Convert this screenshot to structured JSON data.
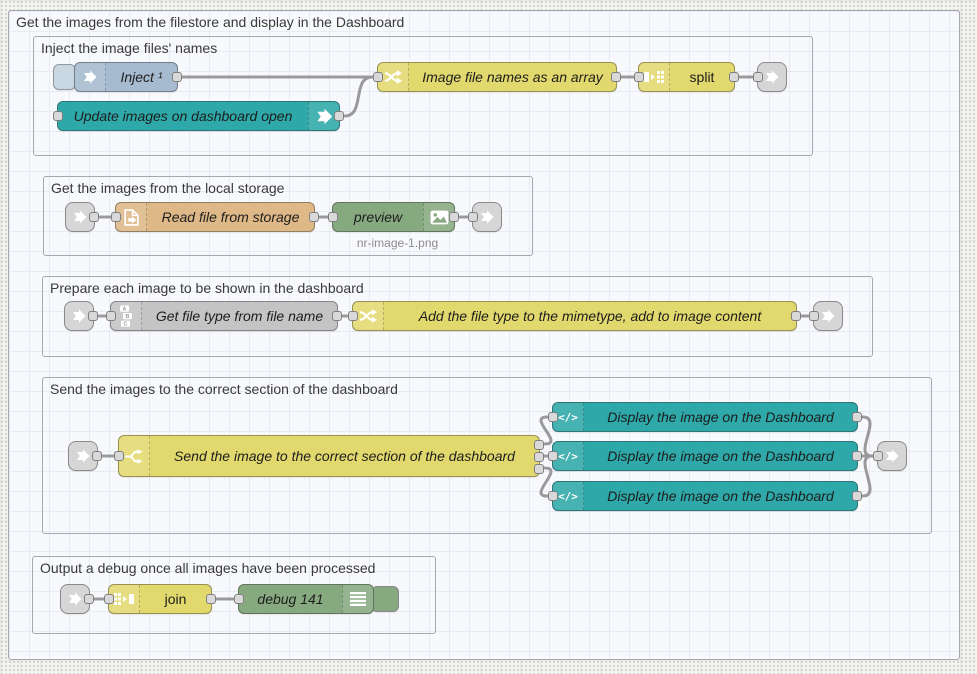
{
  "outer_group": {
    "title": "Get the images from the filestore and display in the Dashboard"
  },
  "groups": {
    "inject": {
      "title": "Inject the image files' names"
    },
    "storage": {
      "title": "Get the images from the local storage"
    },
    "prepare": {
      "title": "Prepare each image to be shown in the dashboard"
    },
    "send": {
      "title": "Send the images to the correct section of the dashboard"
    },
    "debug": {
      "title": "Output a debug once all images have been processed"
    }
  },
  "nodes": {
    "inject": {
      "label": "Inject ¹"
    },
    "update_open": {
      "label": "Update images on dashboard open"
    },
    "filenames_fn": {
      "label": "Image file names as an array"
    },
    "split": {
      "label": "split"
    },
    "read_file": {
      "label": "Read file from storage"
    },
    "preview": {
      "label": "preview",
      "status": "nr-image-1.png"
    },
    "file_type": {
      "label": "Get file type from file name"
    },
    "mimetype_fn": {
      "label": "Add the file type to the mimetype, add to image content"
    },
    "switch": {
      "label": "Send the image to the correct section of the dashboard"
    },
    "display1": {
      "label": "Display the image on the Dashboard"
    },
    "display2": {
      "label": "Display the image on the Dashboard"
    },
    "display3": {
      "label": "Display the image on the Dashboard"
    },
    "join": {
      "label": "join"
    },
    "debug": {
      "label": "debug 141"
    }
  },
  "icons": {
    "abc_blocks": [
      "A",
      "B",
      "C"
    ],
    "code_glyph": "</>"
  },
  "colors": {
    "node_inject": "#a6bbcf",
    "node_function_yellow": "#e2d96e",
    "node_dashboard_teal": "#2ea8a8",
    "node_file_tan": "#deb887",
    "node_debug_green": "#87a980",
    "node_gray": "#c4c4c4",
    "node_link_gray": "#d6d6d6",
    "wire": "#9a9a9a",
    "group_border": "#a7a8ae",
    "outer_group_fill": "#f8f9fc"
  }
}
